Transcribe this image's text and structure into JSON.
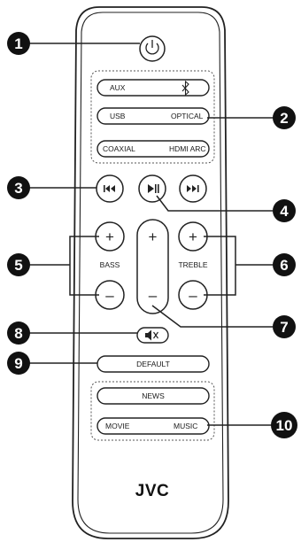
{
  "remote": {
    "brand": "JVC",
    "buttons": {
      "power": "power-icon",
      "aux": "AUX",
      "bluetooth": "bluetooth-icon",
      "usb": "USB",
      "optical": "OPTICAL",
      "coaxial": "COAXIAL",
      "hdmi_arc": "HDMI ARC",
      "prev": "skip-back-icon",
      "play_pause": "play-pause-icon",
      "next": "skip-forward-icon",
      "bass_plus": "+",
      "bass_minus": "–",
      "bass_label": "BASS",
      "vol_plus": "+",
      "vol_minus": "–",
      "treble_plus": "+",
      "treble_minus": "–",
      "treble_label": "TREBLE",
      "mute": "mute-icon",
      "default": "DEFAULT",
      "news": "NEWS",
      "movie": "MOVIE",
      "music": "MUSIC"
    }
  },
  "callouts": [
    "1",
    "2",
    "3",
    "4",
    "5",
    "6",
    "7",
    "8",
    "9",
    "10"
  ]
}
